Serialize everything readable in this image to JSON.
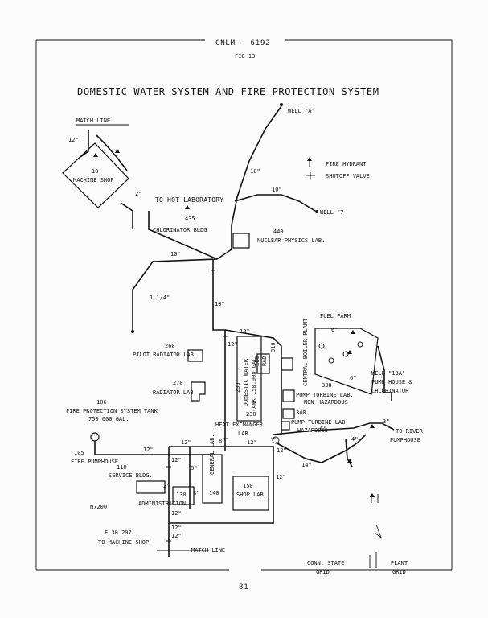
{
  "header": {
    "doc_id": "CNLM - 6192",
    "fig": "FIG 13",
    "page_number": "81"
  },
  "title": "DOMESTIC WATER SYSTEM AND FIRE PROTECTION SYSTEM",
  "legend": {
    "fire_hydrant": "FIRE HYDRANT",
    "shutoff_valve": "SHUTOFF VALVE"
  },
  "labels": {
    "match_line_top": "MATCH LINE",
    "match_line_bottom": "MATCH LINE",
    "machine_shop_num": "10",
    "machine_shop": "MACHINE SHOP",
    "to_hot_lab": "TO HOT LABORATORY",
    "chlor_num": "435",
    "chlor_bldg": "CHLORINATOR BLDG",
    "nuc_num": "440",
    "nuc_lab": "NUCLEAR PHYSICS LAB.",
    "well_a": "WELL \"A\"",
    "well_7": "WELL \"7",
    "fuel_farm": "FUEL FARM",
    "central_boiler_num": "310",
    "central_boiler": "CENTRAL BOILER PLANT",
    "pilot_num": "260",
    "pilot_lab": "PILOT RADIATOR LAB.",
    "rad_num": "270",
    "rad_lab": "RADIATOR LAB",
    "tank_num": "238",
    "tank": "DOMESTIC WATER",
    "tank2": "TANK 150,000 GAL.",
    "rad_small_num": "280",
    "rad_small": "RAD.",
    "fp_tank_num": "106",
    "fp_tank": "FIRE PROTECTION SYSTEM TANK",
    "fp_tank_cap": "750,000 GAL.",
    "pt_non_num": "330",
    "pt_non": "PUMP TURBINE LAB.",
    "pt_non2": "NON-HAZARDOUS",
    "n230": "230",
    "heat_ex": "HEAT EXCHANGER",
    "heat_ex2": "LAB.",
    "n340": "340",
    "pt_haz": "PUMP TURBINE LAB.",
    "pt_haz2": "HAZARDOUS",
    "well_13a": "WELL \"13A\"",
    "well_13a_2": "PUMP HOUSE &",
    "well_13a_3": "CHLORINATOR",
    "to_river": "TO RIVER",
    "to_river2": "PUMPHOUSE",
    "fire_pump_num": "105",
    "fire_pump": "FIRE PUMPHOUSE",
    "service_num": "110",
    "service": "SERVICE BLDG.",
    "general_lab": "GENERAL LAB.",
    "n130": "130",
    "n140": "140",
    "admin": "ADMINISTRATION",
    "shop_num": "150",
    "shop_lab": "SHOP LAB.",
    "n7200": "N7200",
    "e30207": "E 30 207",
    "to_machine_shop": "TO MACHINE SHOP",
    "conn_state": "CONN. STATE",
    "conn_state2": "GRID",
    "plant": "PLANT",
    "plant2": "GRID"
  },
  "pipe_sizes": {
    "p12a": "12\"",
    "p12b": "12\"",
    "p12c": "12\"",
    "p12d": "12\"",
    "p12e": "12\"",
    "p12f": "12\"",
    "p12g": "12\"",
    "p12h": "12\"",
    "p12i": "12\"",
    "p12j": "12\"",
    "p12k": "12\"",
    "p12l": "12\"",
    "p10a": "10\"",
    "p10b": "10\"",
    "p10c": "10\"",
    "p10d": "10\"",
    "p14a": "1 1/4\"",
    "p14b": "14\"",
    "p8a": "8\"",
    "p8b": "8\"",
    "p8c": "8\"",
    "p6a": "6\"",
    "p6b": "6\"",
    "p6c": "6\"",
    "p4": "4\"",
    "p3": "3\"",
    "p2a": "2\"",
    "p2b": "2\""
  }
}
